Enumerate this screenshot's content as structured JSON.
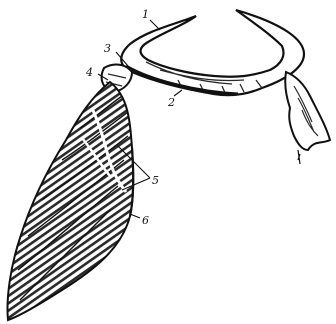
{
  "colors": {
    "ink": "#111111",
    "paper": "#ffffff",
    "hatch": "#2a2a2a"
  },
  "diagram": {
    "callouts": [
      {
        "label": "1"
      },
      {
        "label": "2"
      },
      {
        "label": "3"
      },
      {
        "label": "4"
      },
      {
        "label": "5"
      },
      {
        "label": "6"
      }
    ]
  }
}
